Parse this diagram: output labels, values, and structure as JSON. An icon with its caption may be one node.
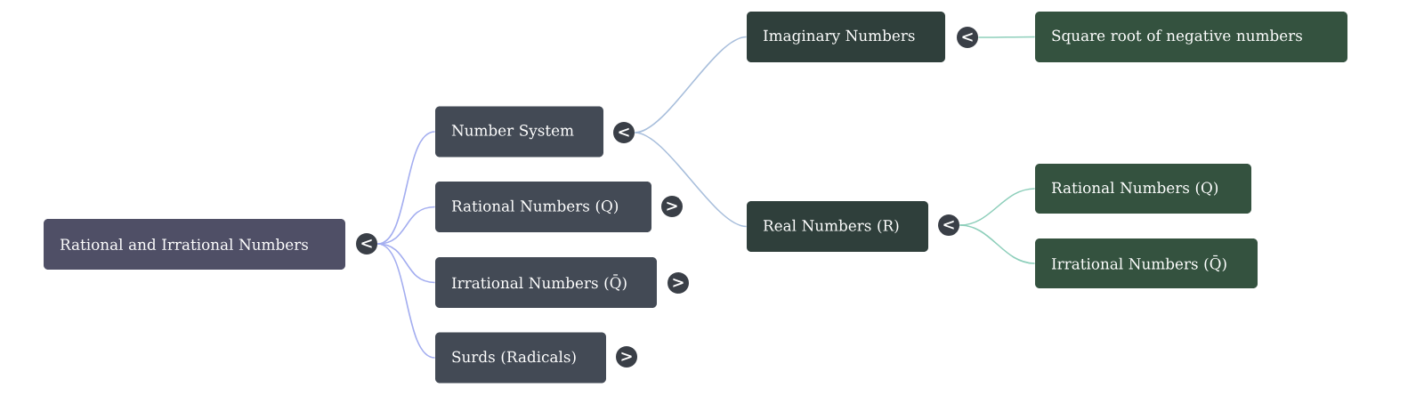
{
  "diagram": {
    "nodes": [
      {
        "text": [
          "Rational and Irrational Numbers"
        ],
        "beside": [
          "<"
        ]
      },
      {
        "text": [
          "Number System"
        ],
        "beside": [
          "<"
        ]
      },
      {
        "text": [
          "Rational Numbers (Q)"
        ],
        "beside": [
          ">"
        ]
      },
      {
        "text": [
          "Irrational Numbers (Q̄)"
        ],
        "beside": [
          ">"
        ]
      },
      {
        "text": [
          "Surds (Radicals)"
        ],
        "beside": [
          ">"
        ]
      },
      {
        "text": [
          "Imaginary Numbers"
        ],
        "beside": [
          "<"
        ]
      },
      {
        "text": [
          "Real Numbers (R)"
        ],
        "beside": [
          "<"
        ]
      },
      {
        "text": [
          "Square root of negative numbers"
        ]
      },
      {
        "text": [
          "Rational Numbers (Q)"
        ]
      },
      {
        "text": [
          "Irrational Numbers (Q̄)"
        ]
      }
    ],
    "edges": [
      {
        "from": 0,
        "to": 1,
        "arrow": "none"
      },
      {
        "from": 0,
        "to": 2,
        "arrow": "none"
      },
      {
        "from": 0,
        "to": 3,
        "arrow": "none"
      },
      {
        "from": 0,
        "to": 4,
        "arrow": "none"
      },
      {
        "from": 1,
        "to": 5,
        "arrow": "none",
        "color": "#a9bfdc"
      },
      {
        "from": 1,
        "to": 6,
        "arrow": "none",
        "color": "#a9bfdc"
      },
      {
        "from": 5,
        "to": 7,
        "arrow": "none",
        "color": "#8ecfbb"
      },
      {
        "from": 6,
        "to": 8,
        "arrow": "none",
        "color": "#8ecfbb"
      },
      {
        "from": 6,
        "to": 9,
        "arrow": "none",
        "color": "#8ecfbb"
      }
    ]
  }
}
